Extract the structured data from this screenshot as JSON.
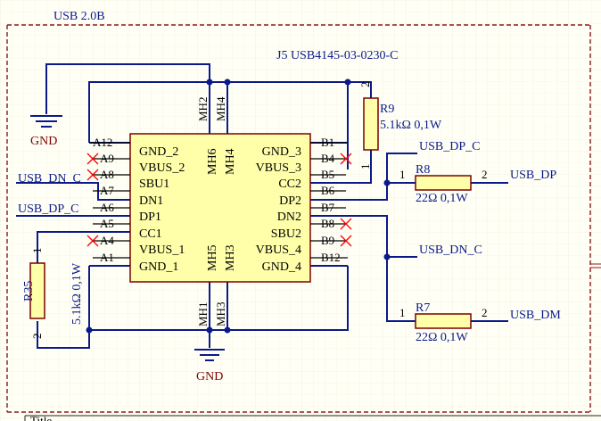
{
  "sheet": {
    "region_label": "USB 2.0B",
    "title_block_text": "Title"
  },
  "connector": {
    "designator_value": "J5 USB4145-03-0230-C",
    "left_pins": [
      {
        "num": "A12",
        "name": "GND_2"
      },
      {
        "num": "A9",
        "name": "VBUS_2"
      },
      {
        "num": "A8",
        "name": "SBU1"
      },
      {
        "num": "A7",
        "name": "DN1"
      },
      {
        "num": "A6",
        "name": "DP1"
      },
      {
        "num": "A5",
        "name": "CC1"
      },
      {
        "num": "A4",
        "name": "VBUS_1"
      },
      {
        "num": "A1",
        "name": "GND_1"
      }
    ],
    "right_pins": [
      {
        "num": "B1",
        "name": "GND_3"
      },
      {
        "num": "B4",
        "name": "VBUS_3"
      },
      {
        "num": "B5",
        "name": "CC2"
      },
      {
        "num": "B6",
        "name": "DP2"
      },
      {
        "num": "B7",
        "name": "DN2"
      },
      {
        "num": "B8",
        "name": "SBU2"
      },
      {
        "num": "B9",
        "name": "VBUS_4"
      },
      {
        "num": "B12",
        "name": "GND_4"
      }
    ],
    "inner_labels": [
      "MH6",
      "MH4",
      "MH5",
      "MH3"
    ],
    "top_pins": [
      "MH2",
      "MH4"
    ],
    "bottom_pins": [
      "MH1",
      "MH3"
    ]
  },
  "resistors": {
    "r9": {
      "ref": "R9",
      "value": "5.1kΩ 0,1W",
      "pin1": "1",
      "pin2": "2"
    },
    "r8": {
      "ref": "R8",
      "value": "22Ω 0,1W",
      "pin1": "1",
      "pin2": "2"
    },
    "r7": {
      "ref": "R7",
      "value": "22Ω 0,1W",
      "pin1": "1",
      "pin2": "2"
    },
    "r35": {
      "ref": "R35",
      "value": "5.1kΩ 0,1W",
      "pin1": "1",
      "pin2": "2"
    }
  },
  "nets": {
    "usb_dn_c_left": "USB_DN_C",
    "usb_dp_c_left": "USB_DP_C",
    "usb_dp_c_right": "USB_DP_C",
    "usb_dn_c_right": "USB_DN_C",
    "usb_dp": "USB_DP",
    "usb_dm": "USB_DM",
    "gnd_top": "GND",
    "gnd_bottom": "GND"
  },
  "colors": {
    "wire": "#0a1a8a",
    "component_fill": "#ffffaa",
    "component_stroke": "#7a0000",
    "ref_text": "#0a1a8a",
    "power_text": "#800000",
    "border_dash": "#8a1a1a",
    "junction": "#0a1a8a",
    "nc_cross": "#ff0000"
  }
}
